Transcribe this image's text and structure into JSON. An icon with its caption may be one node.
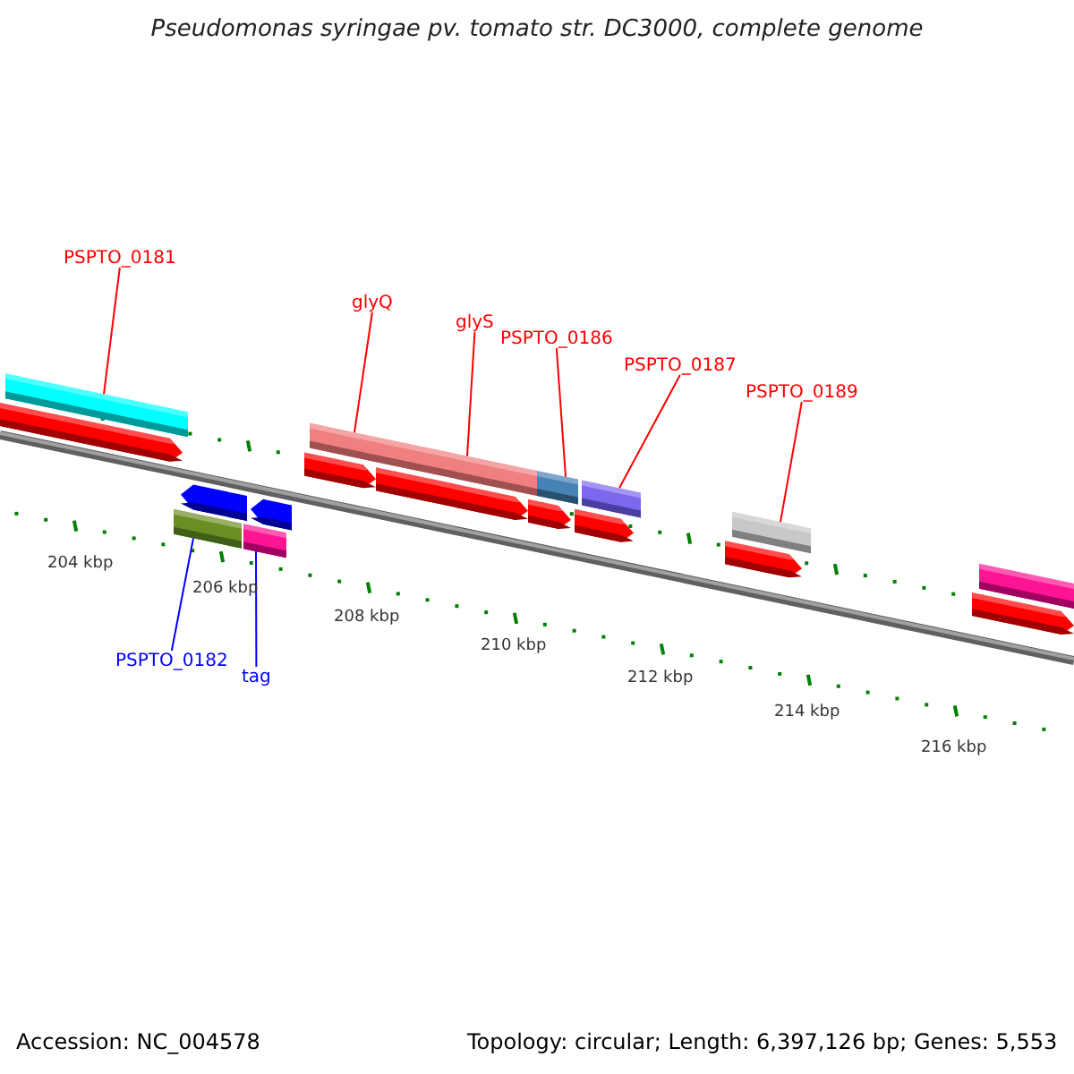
{
  "diagram": {
    "title": "Pseudomonas syringae pv. tomato str. DC3000, complete genome",
    "nodes": [
      {
        "text": [
          "PSPTO_0181"
        ]
      },
      {
        "text": [
          "glyQ"
        ]
      },
      {
        "text": [
          "glyS"
        ]
      },
      {
        "text": [
          "PSPTO_0186"
        ]
      },
      {
        "text": [
          "PSPTO_0187"
        ]
      },
      {
        "text": [
          "PSPTO_0189"
        ]
      },
      {
        "text": [
          "PSPTO_0182"
        ]
      },
      {
        "text": [
          "tag"
        ]
      },
      {
        "text": [],
        "shape": "bar"
      },
      {
        "text": [],
        "shape": "bar"
      },
      {
        "text": [],
        "shape": "bar"
      },
      {
        "text": [],
        "shape": "bar"
      },
      {
        "text": [],
        "shape": "bar"
      },
      {
        "text": [],
        "shape": "bar"
      },
      {
        "text": [],
        "shape": "bar"
      },
      {
        "text": [],
        "shape": "arrow"
      },
      {
        "text": [],
        "shape": "arrow"
      },
      {
        "text": [],
        "shape": "arrow"
      },
      {
        "text": [],
        "shape": "arrow"
      },
      {
        "text": [],
        "shape": "arrow"
      },
      {
        "text": [],
        "shape": "arrow"
      },
      {
        "text": [],
        "shape": "arrow"
      },
      {
        "text": [],
        "shape": "arrow"
      },
      {
        "text": [],
        "shape": "bar"
      },
      {
        "text": [],
        "shape": "bar"
      }
    ],
    "edges": [
      {
        "from": 0,
        "to": 8,
        "arrow": "none"
      },
      {
        "from": 1,
        "to": 9,
        "arrow": "none"
      },
      {
        "from": 2,
        "to": 10,
        "arrow": "none"
      },
      {
        "from": 3,
        "to": 11,
        "arrow": "none"
      },
      {
        "from": 4,
        "to": 12,
        "arrow": "none"
      },
      {
        "from": 5,
        "to": 13,
        "arrow": "none"
      },
      {
        "from": 6,
        "to": 23,
        "arrow": "none",
        "color": "#0000ff"
      },
      {
        "from": 7,
        "to": 24,
        "arrow": "none",
        "color": "#0000ff"
      }
    ],
    "labels": [
      "204 kbp",
      "206 kbp",
      "208 kbp",
      "210 kbp",
      "212 kbp",
      "214 kbp",
      "216 kbp",
      "Accession: NC_004578",
      "Topology: circular; Length: 6,397,126 bp; Genes: 5,553"
    ]
  }
}
